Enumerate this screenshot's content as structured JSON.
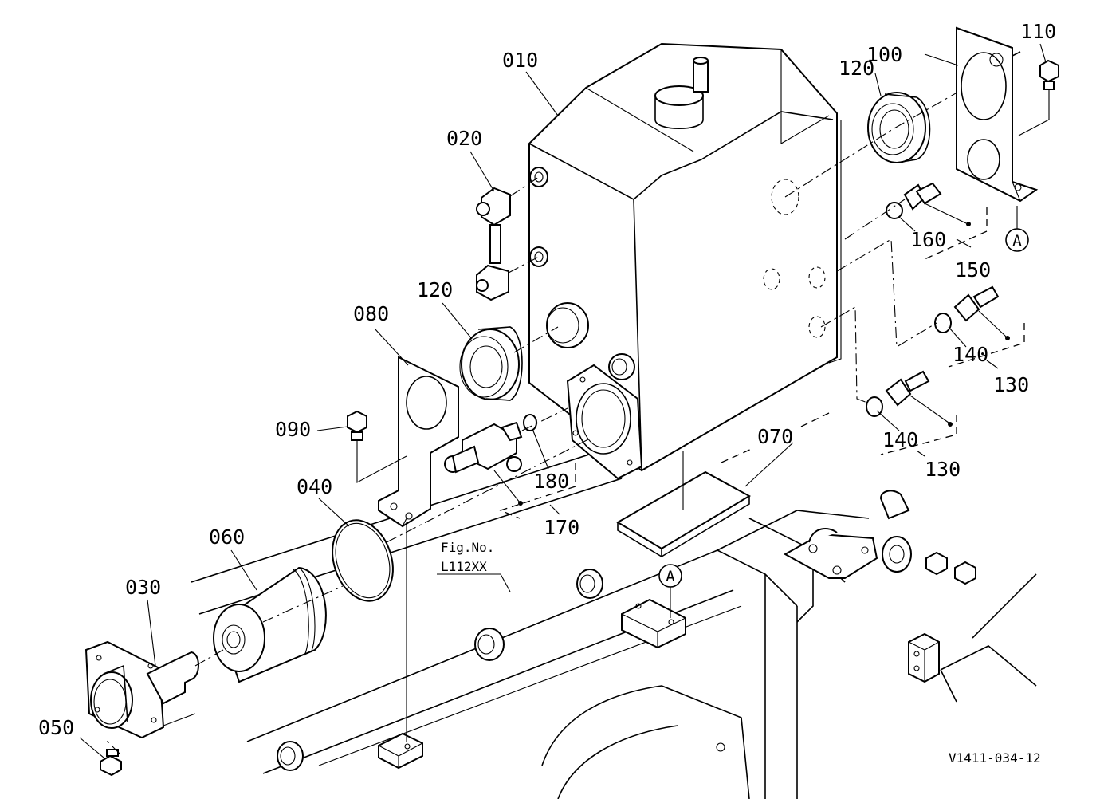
{
  "labels": {
    "p010": "010",
    "p020": "020",
    "p030": "030",
    "p040": "040",
    "p050": "050",
    "p060": "060",
    "p070": "070",
    "p080": "080",
    "p090": "090",
    "p100": "100",
    "p110": "110",
    "p120a": "120",
    "p120b": "120",
    "p130a": "130",
    "p130b": "130",
    "p140a": "140",
    "p140b": "140",
    "p150": "150",
    "p160": "160",
    "p170": "170",
    "p180": "180"
  },
  "callout_a": "A",
  "fig_ref": {
    "line1": "Fig.No.",
    "line2": "L112XX"
  },
  "drawing_code": "V1411-034-12"
}
